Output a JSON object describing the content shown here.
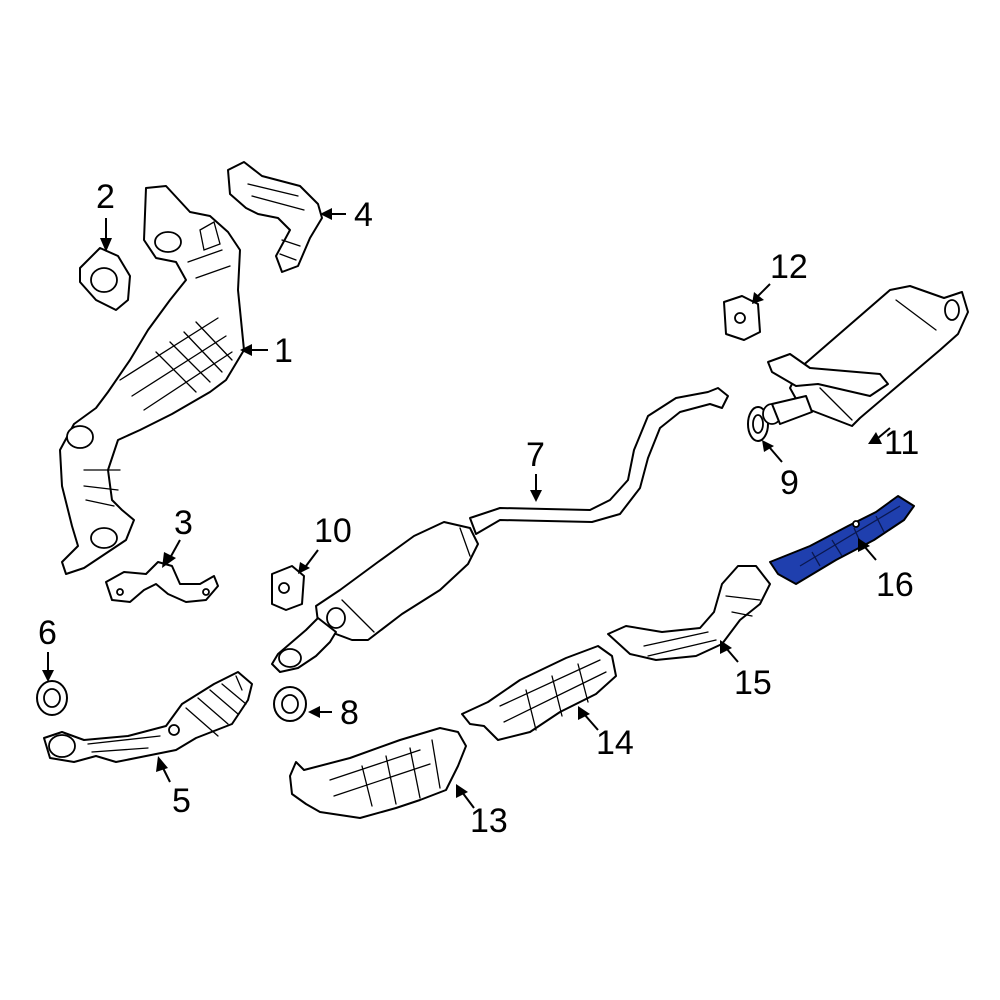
{
  "diagram": {
    "highlight_color": "#1f3fae",
    "highlighted_part": "16",
    "callouts": {
      "c1": "1",
      "c2": "2",
      "c3": "3",
      "c4": "4",
      "c5": "5",
      "c6": "6",
      "c7": "7",
      "c8": "8",
      "c9": "9",
      "c10": "10",
      "c11": "11",
      "c12": "12",
      "c13": "13",
      "c14": "14",
      "c15": "15",
      "c16": "16"
    }
  }
}
